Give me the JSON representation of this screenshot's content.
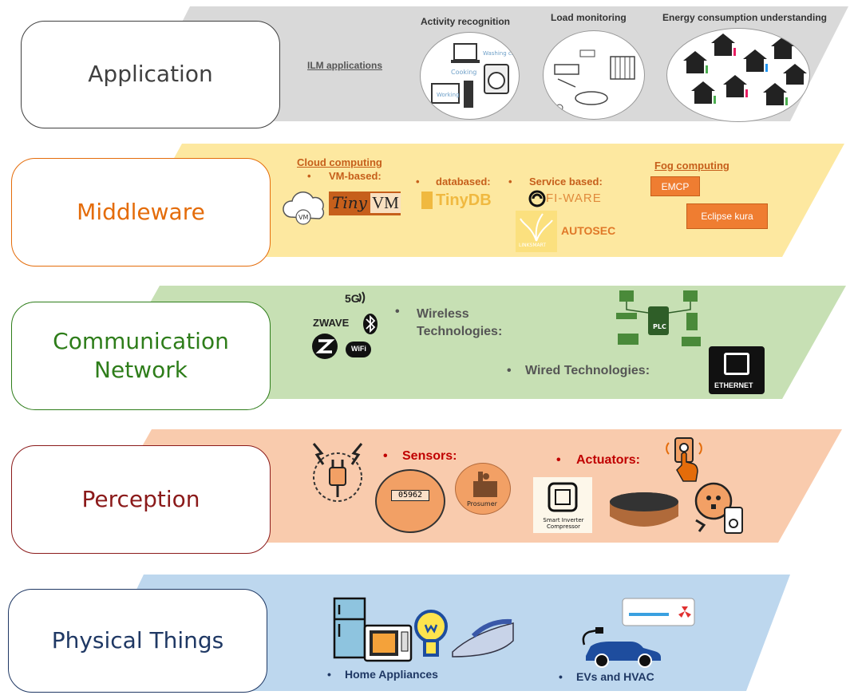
{
  "layers": [
    {
      "key": "application",
      "label": "Application",
      "label_color": "#404040",
      "border_color": "#404040",
      "band_color": "#d9d9d9"
    },
    {
      "key": "middleware",
      "label": "Middleware",
      "label_color": "#e46c0a",
      "border_color": "#e46c0a",
      "band_color": "#fde8a0"
    },
    {
      "key": "communication",
      "label": "Communication Network",
      "label_color": "#2e7d1a",
      "border_color": "#2e7d1a",
      "band_color": "#c7e0b4"
    },
    {
      "key": "perception",
      "label": "Perception",
      "label_color": "#8b1a1a",
      "border_color": "#8b1a1a",
      "band_color": "#f9cbad"
    },
    {
      "key": "physical",
      "label": "Physical Things",
      "label_color": "#1f3864",
      "border_color": "#1f3864",
      "band_color": "#bdd7ee"
    }
  ],
  "application": {
    "ilm_applications": "ILM applications",
    "activity_recognition": "Activity recognition",
    "load_monitoring": "Load monitoring",
    "energy_understanding": "Energy consumption understanding",
    "cooking": "Cooking",
    "washing": "Washing clothes",
    "working": "Working"
  },
  "middleware": {
    "cloud_computing": "Cloud computing",
    "vm_based": "VM-based:",
    "databased": "databased:",
    "service_based": "Service based:",
    "fog_computing": "Fog computing",
    "vm_cloud": "VM",
    "tinyvm_tiny": "Tiny",
    "tinyvm_vm": "VM",
    "tinydb": "TinyDB",
    "fiware": "FI-WARE",
    "linksmart": "LINKSMART",
    "autosec": "AUTOSEC",
    "emcp": "EMCP",
    "eclipse_kura": "Eclipse kura",
    "bullet": "•"
  },
  "communication": {
    "wireless": "Wireless Technologies:",
    "wired": "Wired Technologies:",
    "five_g": "5G",
    "zwave": "ZWAVE",
    "wifi": "WiFi",
    "plc": "PLC",
    "ethernet": "ETHERNET",
    "bullet": "•"
  },
  "perception": {
    "sensors": "Sensors:",
    "actuators": "Actuators:",
    "meter_reading": "05962",
    "prosumer": "Prosumer",
    "smart_inverter": "Smart Inverter Compressor",
    "bullet": "•"
  },
  "physical": {
    "home_appliances": "Home Appliances",
    "evs_hvac": "EVs and HVAC",
    "bullet": "•"
  }
}
